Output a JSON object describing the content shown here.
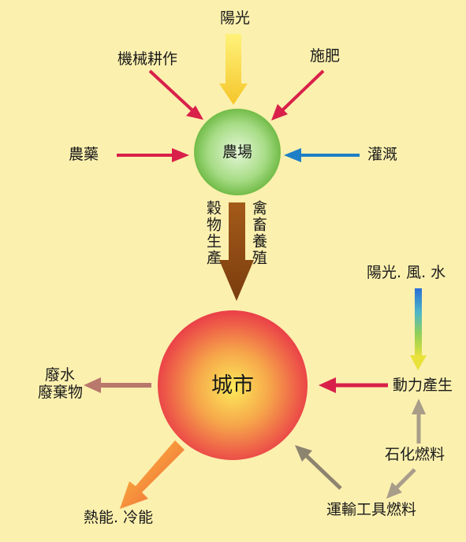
{
  "farm": {
    "label": "農場",
    "color_light": "#c8eeb7",
    "color_dark": "#6fbe44"
  },
  "city": {
    "label": "城市",
    "color_center": "#fbd84a",
    "color_edge": "#ea3b4a"
  },
  "farm_inputs": {
    "sunlight": "陽光",
    "machinery": "機械耕作",
    "fertilizer": "施肥",
    "pesticide": "農藥",
    "irrigation": "灌溉"
  },
  "farm_to_city": {
    "grain": "穀物生產",
    "livestock": "禽畜養殖"
  },
  "city_outputs": {
    "waste_line1": "廢水",
    "waste_line2": "廢棄物",
    "heat": "熱能. 冷能"
  },
  "energy": {
    "renewables": "陽光. 風. 水",
    "power": "動力產生",
    "fossil": "石化燃料",
    "transport": "運輸工具燃料"
  },
  "colors": {
    "background": "#fbf0ae",
    "crimson_arrow": "#d9204a",
    "yellow_arrow": "#fad53d",
    "blue_arrow": "#1e7fc7",
    "brown_arrow": "#8e4a12",
    "muted_arrow": "#b9786c",
    "grey_arrow": "#a89d89",
    "dark_grey_arrow": "#8d8470"
  }
}
